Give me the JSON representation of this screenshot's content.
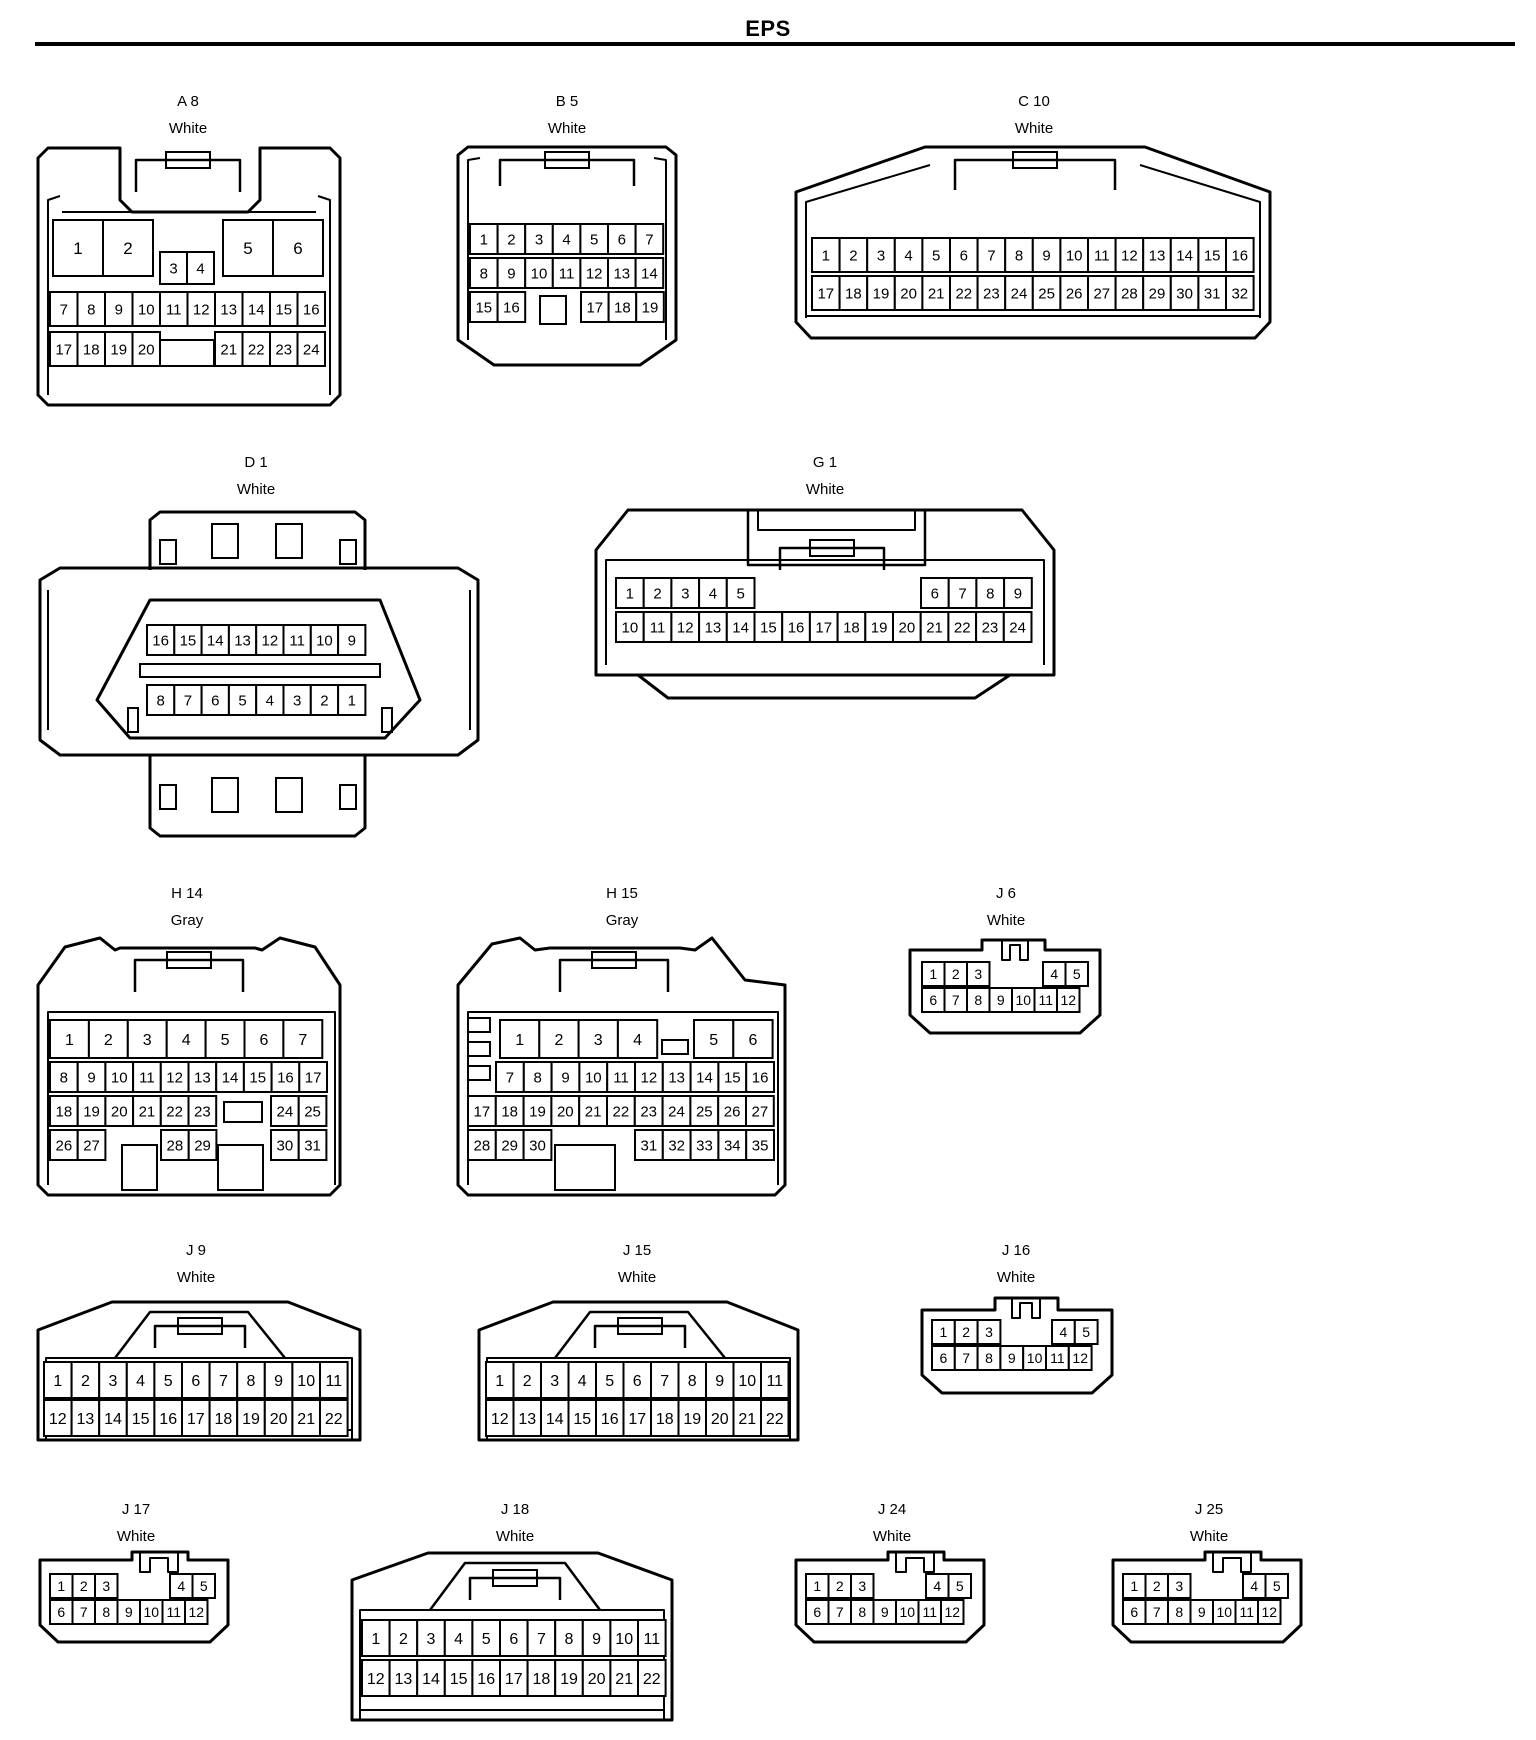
{
  "title": "EPS",
  "connectors": [
    {
      "id": "A 8",
      "color": "White"
    },
    {
      "id": "B 5",
      "color": "White"
    },
    {
      "id": "C 10",
      "color": "White"
    },
    {
      "id": "D 1",
      "color": "White"
    },
    {
      "id": "G 1",
      "color": "White"
    },
    {
      "id": "H 14",
      "color": "Gray"
    },
    {
      "id": "H 15",
      "color": "Gray"
    },
    {
      "id": "J 6",
      "color": "White"
    },
    {
      "id": "J 9",
      "color": "White"
    },
    {
      "id": "J 15",
      "color": "White"
    },
    {
      "id": "J 16",
      "color": "White"
    },
    {
      "id": "J 17",
      "color": "White"
    },
    {
      "id": "J 18",
      "color": "White"
    },
    {
      "id": "J 24",
      "color": "White"
    },
    {
      "id": "J 25",
      "color": "White"
    }
  ]
}
